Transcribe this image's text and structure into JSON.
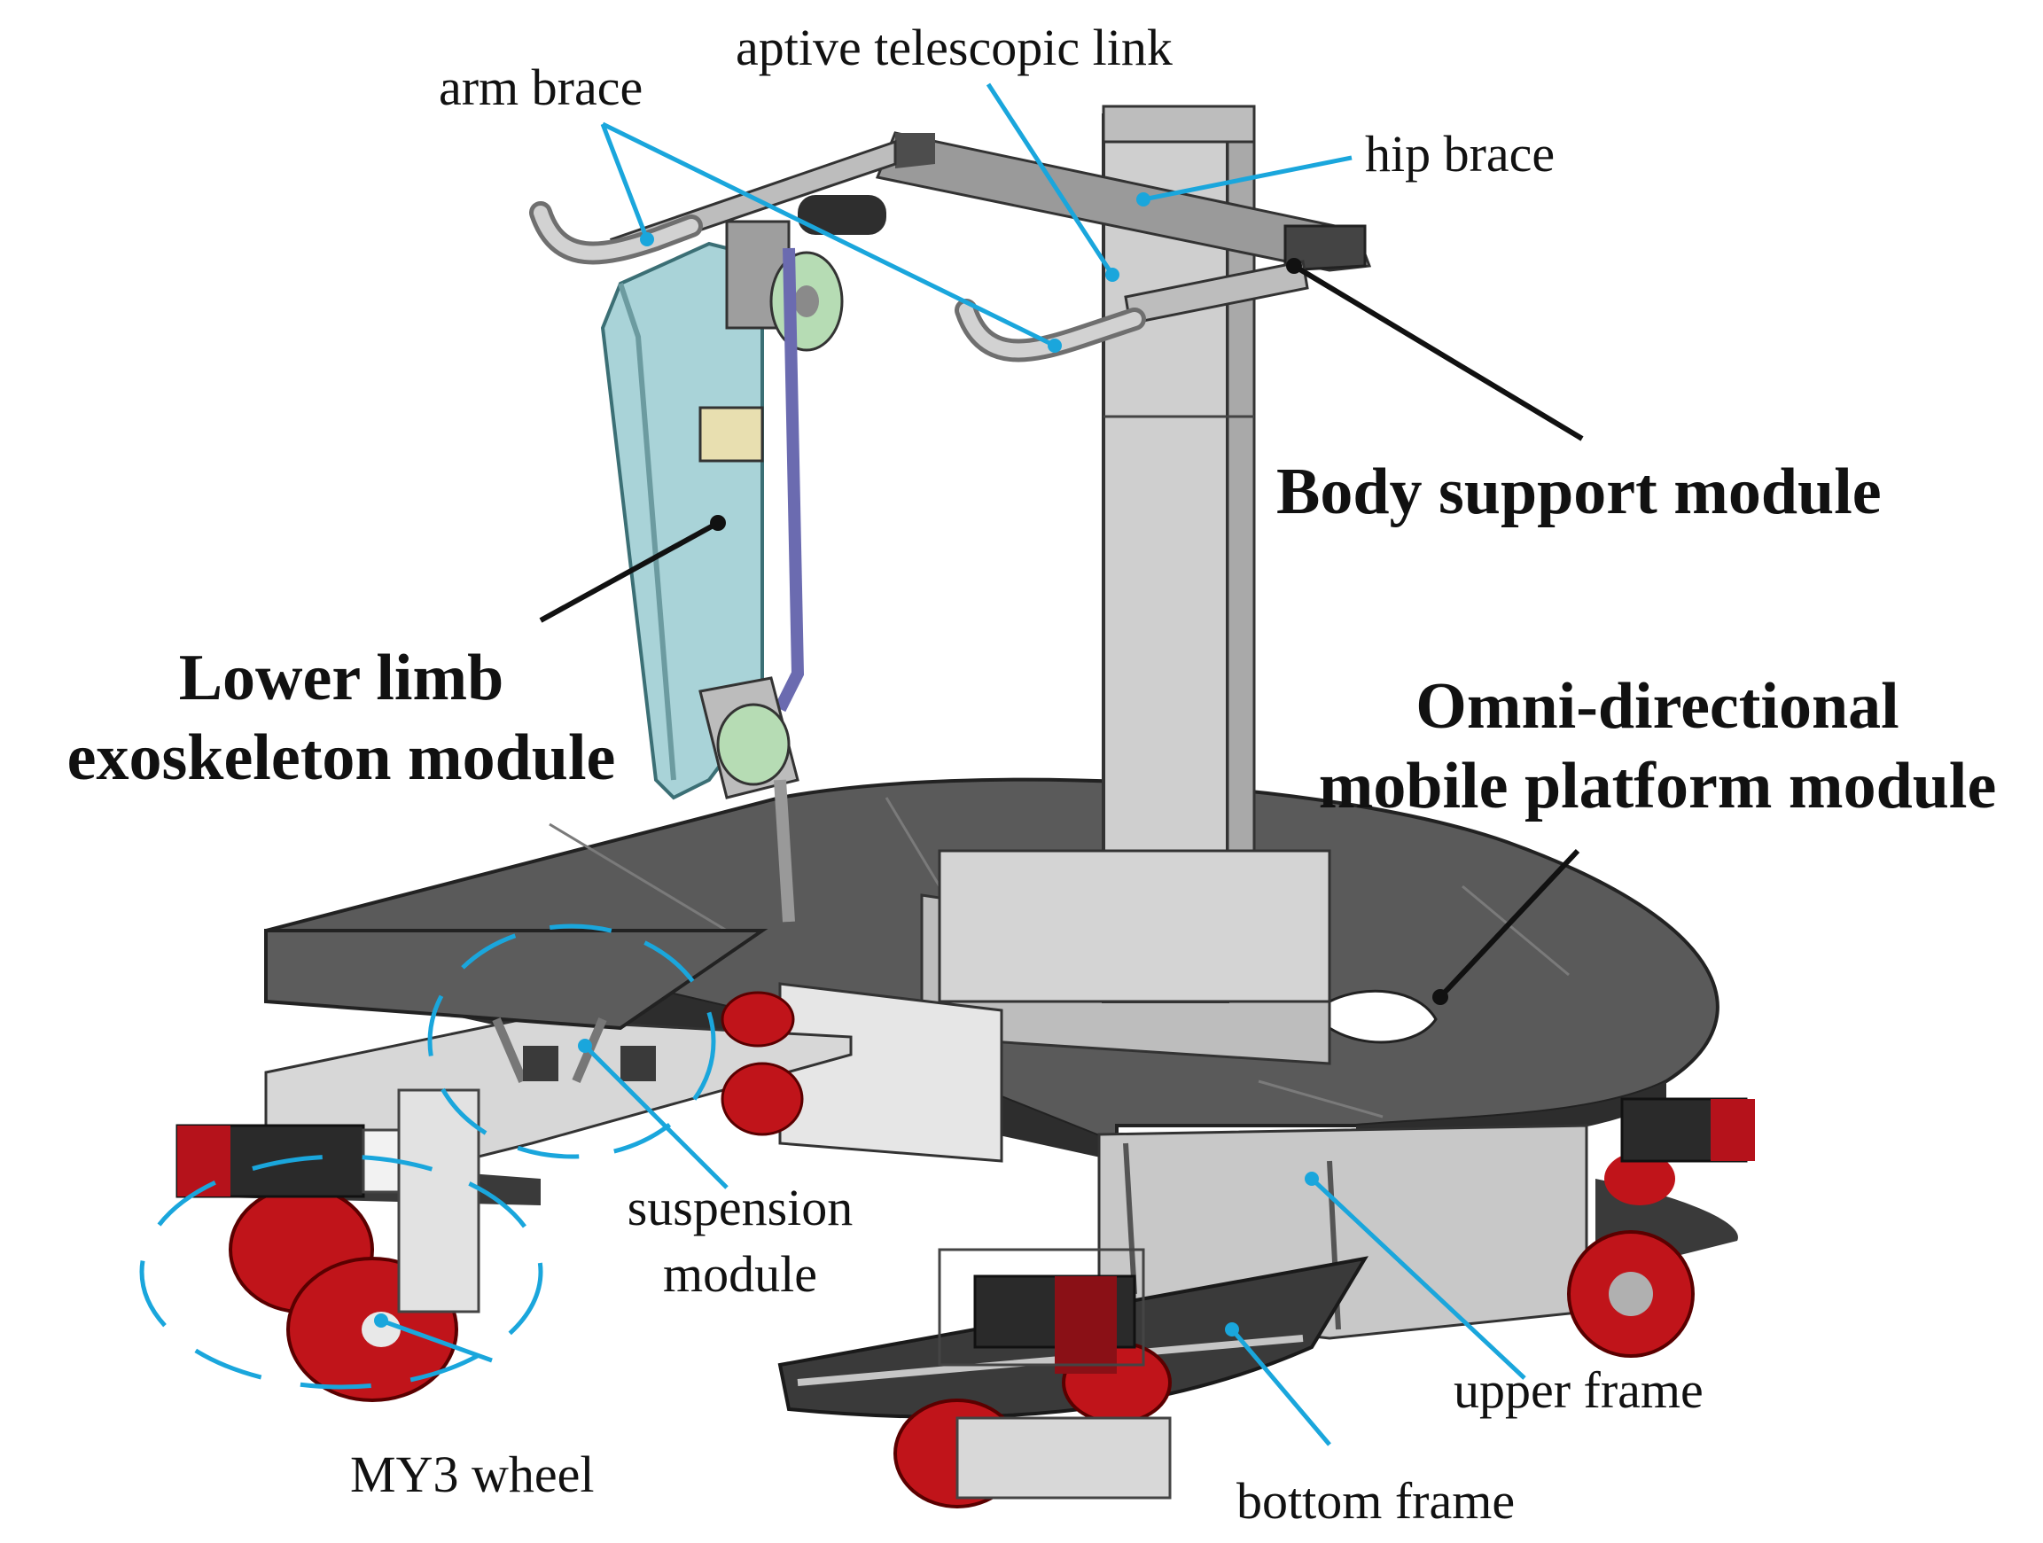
{
  "labels": {
    "arm_brace": "arm brace",
    "telescopic_link": "aptive telescopic link",
    "hip_brace": "hip brace",
    "body_support": "Body  support module",
    "lower_limb_line1": "Lower limb",
    "lower_limb_line2": "exoskeleton module",
    "omni_line1": "Omni-directional",
    "omni_line2": "mobile platform module",
    "suspension_line1": "suspension",
    "suspension_line2": "module",
    "my3_wheel": "MY3 wheel",
    "upper_frame": "upper frame",
    "bottom_frame": "bottom frame"
  },
  "colors": {
    "callout_blue": "#1aa6dc",
    "callout_black": "#111111",
    "platform_dark": "#555555",
    "frame_grey": "#c4c4c4",
    "leg_panel": "#a9d3d8",
    "wheel_red": "#c0141a",
    "hinge_green": "#b6dcb4"
  }
}
